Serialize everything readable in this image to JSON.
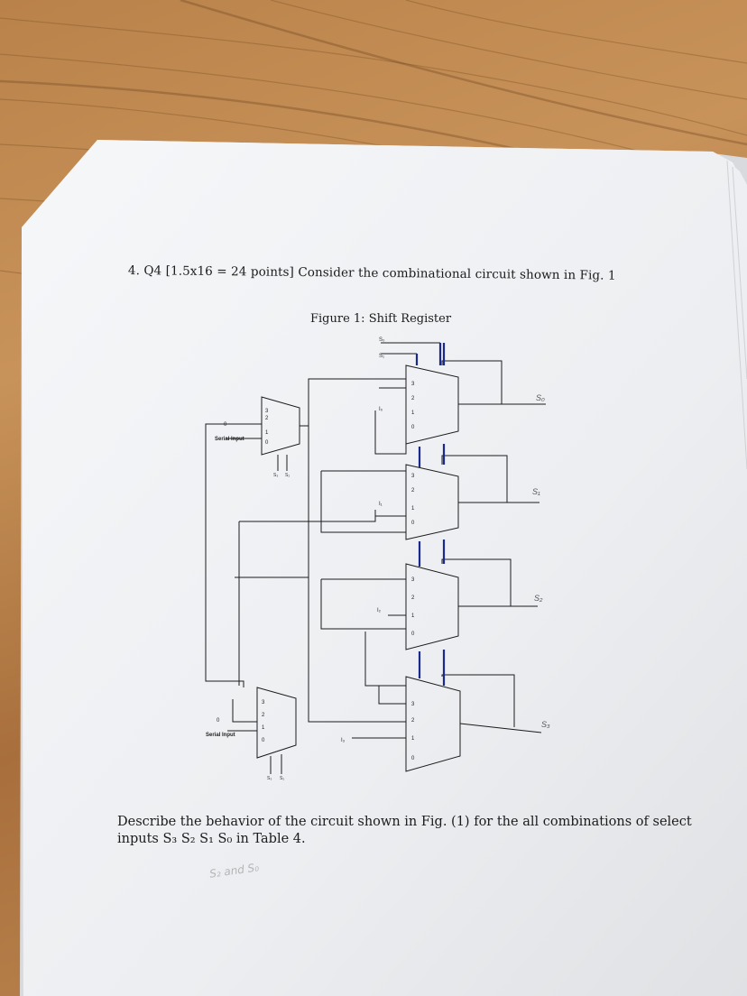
{
  "question": {
    "number": "4.",
    "label": "Q4",
    "points": "[1.5x16 = 24 points]",
    "text": "Consider the combinational circuit shown in Fig. 1"
  },
  "figure": {
    "caption": "Figure 1: Shift Register",
    "top_select": [
      "S₀",
      "S₁"
    ],
    "mux_pins": [
      "3",
      "2",
      "1",
      "0"
    ],
    "small_mux_pins": [
      "3",
      "2",
      "1",
      "0"
    ],
    "inputs": [
      "I₀",
      "I₁",
      "I₂",
      "I₃"
    ],
    "serial_input_label": "Serial Input",
    "serial_value": "0",
    "small_select": [
      "S₃",
      "S₂"
    ],
    "outputs_handwritten": [
      "S₀",
      "S₁",
      "S₂",
      "S₃"
    ]
  },
  "describe": {
    "text": "Describe the behavior of the circuit shown in Fig. (1) for the all combinations of select inputs S₃ S₂ S₁ S₀ in Table 4."
  },
  "handwritten_note": "S₂ and S₀",
  "colors": {
    "paper": "#f4f5f7",
    "bus": "#1a2a8c",
    "wire": "#1c1c1c"
  }
}
